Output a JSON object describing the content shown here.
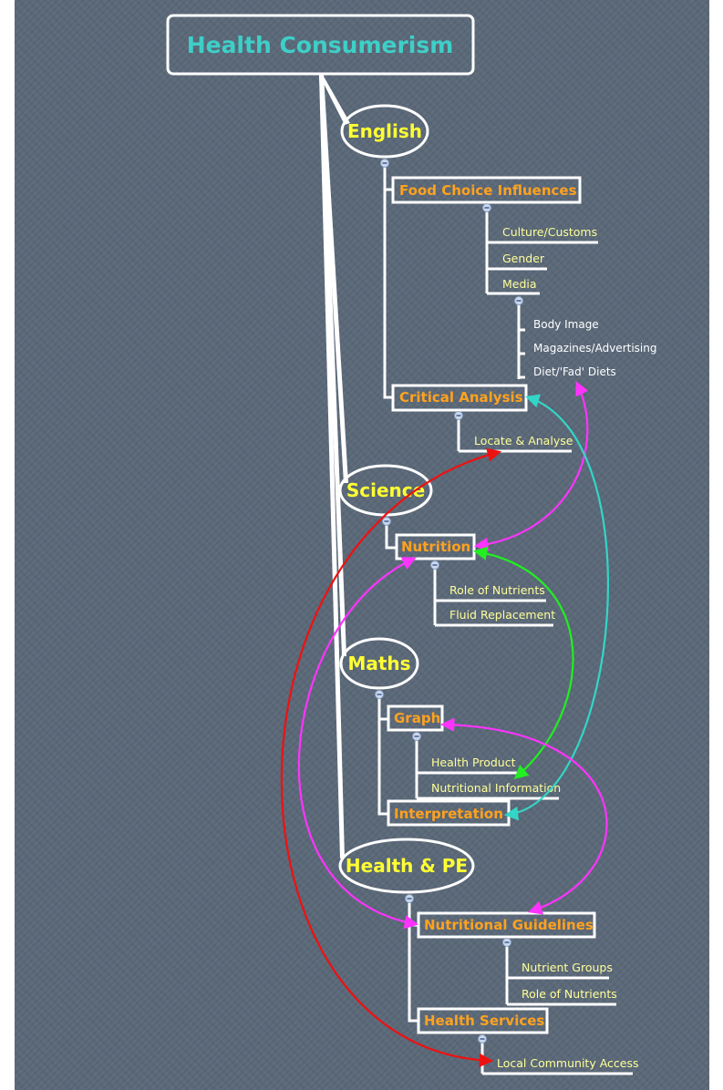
{
  "title": "Health Consumerism",
  "subjects": {
    "english": "English",
    "science": "Science",
    "maths": "Maths",
    "health_pe": "Health & PE"
  },
  "topics": {
    "food_choice": "Food Choice Influences",
    "critical_analysis": "Critical Analysis",
    "nutrition": "Nutrition",
    "graph": "Graph",
    "interpretation": "Interpretation",
    "nutritional_guidelines": "Nutritional Guidelines",
    "health_services": "Health Services"
  },
  "leaves": {
    "culture_customs": "Culture/Customs",
    "gender": "Gender",
    "media": "Media",
    "body_image": "Body Image",
    "magazines_advertising": "Magazines/Advertising",
    "diet_fad_diets": "Diet/'Fad' Diets",
    "locate_analyse": "Locate & Analyse",
    "role_of_nutrients_sci": "Role of Nutrients",
    "fluid_replacement": "Fluid Replacement",
    "health_product": "Health Product",
    "nutritional_information": "Nutritional Information",
    "nutrient_groups": "Nutrient Groups",
    "role_of_nutrients_hpe": "Role of Nutrients",
    "local_community_access": "Local Community Access"
  },
  "colors": {
    "background": "#5a6878",
    "title": "#3ecfc8",
    "subject": "#ffff33",
    "topic": "#ffa21f",
    "leaf": "#ffff99",
    "link_magenta": "#ff33ff",
    "link_cyan": "#33d6c6",
    "link_green": "#22ee22",
    "link_red": "#ee1111"
  },
  "icons": {
    "collapse_toggle": "minus-circle-icon",
    "link_arrowhead": "arrowhead-icon"
  }
}
